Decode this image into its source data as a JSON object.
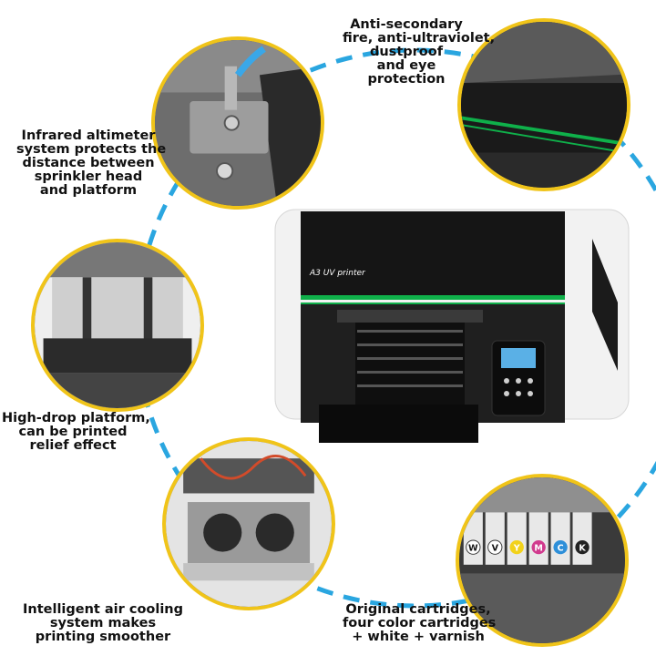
{
  "colors": {
    "ring": "#2aa6e0",
    "bubble_border": "#f0c419",
    "printer_accent": "#0fb04a"
  },
  "printer": {
    "label": "A3 UV printer"
  },
  "features": [
    {
      "id": "anti-fire",
      "lines": [
        "Anti-secondary",
        "fire, anti-ultraviolet,",
        "dustproof",
        "and eye",
        "protection"
      ]
    },
    {
      "id": "altimeter",
      "lines": [
        "Infrared altimeter",
        "system protects the",
        "distance between",
        "sprinkler head",
        "and platform"
      ]
    },
    {
      "id": "platform",
      "lines": [
        "High-drop platform,",
        "can be printed",
        "relief effect"
      ]
    },
    {
      "id": "cooling",
      "lines": [
        "Intelligent air cooling",
        "system makes",
        "printing smoother"
      ]
    },
    {
      "id": "cartridges",
      "lines": [
        "Original cartridges,",
        "four color cartridges",
        "+ white + varnish"
      ]
    }
  ],
  "cartridge_letters": [
    "W",
    "V",
    "Y",
    "M",
    "C",
    "K"
  ]
}
